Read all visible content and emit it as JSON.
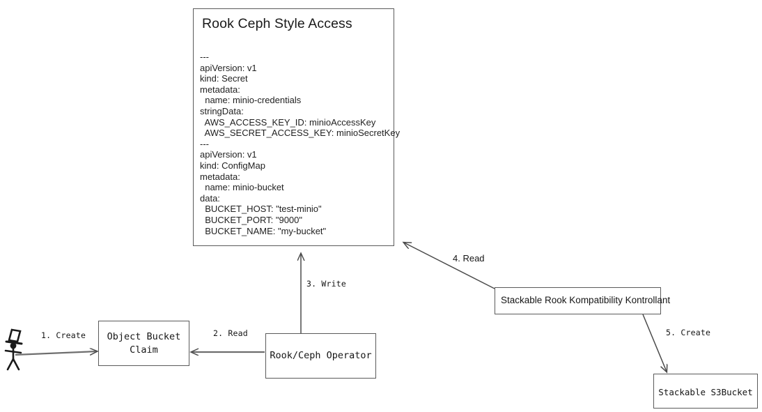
{
  "diagram": {
    "title_panel": {
      "title": "Rook Ceph Style Access",
      "yaml": "---\napiVersion: v1\nkind: Secret\nmetadata:\n  name: minio-credentials\nstringData:\n  AWS_ACCESS_KEY_ID: minioAccessKey\n  AWS_SECRET_ACCESS_KEY: minioSecretKey\n---\napiVersion: v1\nkind: ConfigMap\nmetadata:\n  name: minio-bucket\ndata:\n  BUCKET_HOST: \"test-minio\"\n  BUCKET_PORT: \"9000\"\n  BUCKET_NAME: \"my-bucket\""
    },
    "nodes": {
      "object_bucket_claim": "Object Bucket\nClaim",
      "rook_ceph_operator": "Rook/Ceph Operator",
      "stackable_rook_kompatibility_kontrollant": "Stackable Rook Kompatibility Kontrollant",
      "stackable_s3bucket": "Stackable S3Bucket"
    },
    "actor": {
      "name": "user-stick-figure"
    },
    "edges": [
      {
        "id": "edge-1",
        "label": "1. Create",
        "from": "user-stick-figure",
        "to": "object_bucket_claim"
      },
      {
        "id": "edge-2",
        "label": "2. Read",
        "from": "rook_ceph_operator",
        "to": "object_bucket_claim"
      },
      {
        "id": "edge-3",
        "label": "3. Write",
        "from": "rook_ceph_operator",
        "to": "title_panel"
      },
      {
        "id": "edge-4",
        "label": "4. Read",
        "from": "stackable_rook_kompatibility_kontrollant",
        "to": "title_panel"
      },
      {
        "id": "edge-5",
        "label": "5. Create",
        "from": "stackable_rook_kompatibility_kontrollant",
        "to": "stackable_s3bucket"
      }
    ],
    "colors": {
      "stroke": "#5a5a5a",
      "arrow": "#4a4a4a",
      "text": "#161616",
      "background": "#ffffff"
    }
  }
}
